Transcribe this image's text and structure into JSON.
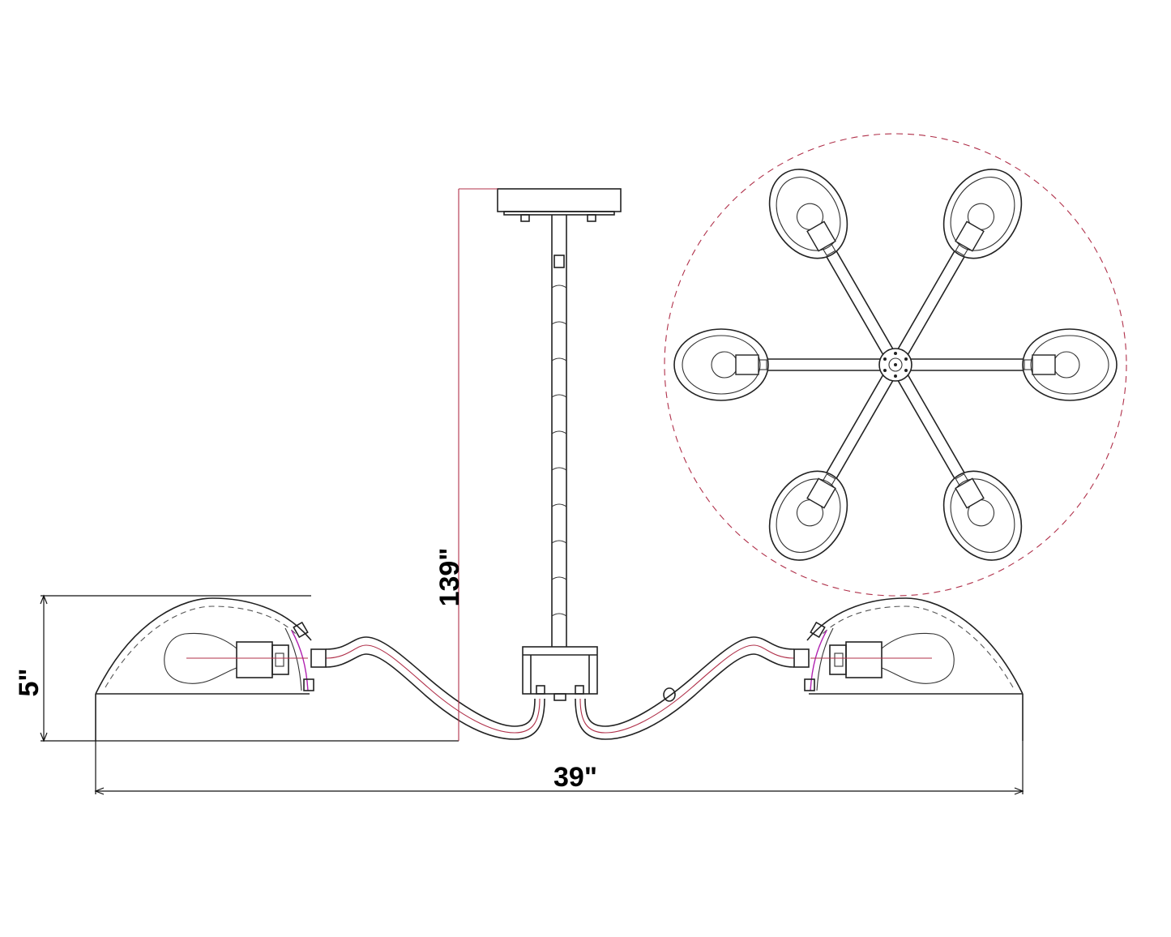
{
  "dimensions": {
    "width_label": "39\"",
    "height_label": "5\"",
    "overall_height_label": "139\""
  },
  "colors": {
    "line": "#222222",
    "center_line": "#b0304a",
    "reflector": "#b020b0"
  }
}
